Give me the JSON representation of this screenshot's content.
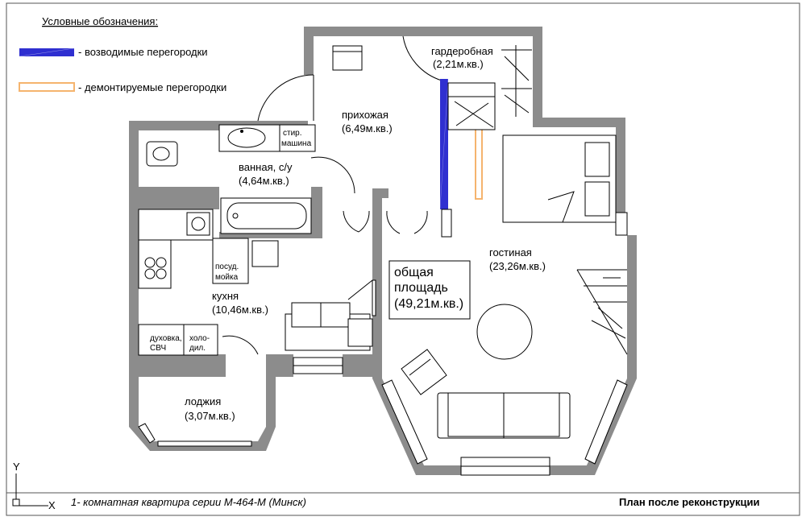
{
  "legend": {
    "title": "Условные обозначения:",
    "items": [
      {
        "text": "- возводимые перегородки",
        "color": "#2f2fd0"
      },
      {
        "text": "- демонтируемые перегородки",
        "color": "#f5b46e"
      }
    ]
  },
  "rooms": {
    "wardrobe": {
      "name": "гардеробная",
      "area": "(2,21м.кв.)"
    },
    "hall": {
      "name": "прихожая",
      "area": "(6,49м.кв.)"
    },
    "bath": {
      "name": "ванная, с/у",
      "area": "(4,64м.кв.)"
    },
    "living": {
      "name": "гостиная",
      "area": "(23,26м.кв.)"
    },
    "kitchen": {
      "name": "кухня",
      "area": "(10,46м.кв.)"
    },
    "loggia": {
      "name": "лоджия",
      "area": "(3,07м.кв.)"
    }
  },
  "total": {
    "line1": "общая",
    "line2": "площадь",
    "line3": "(49,21м.кв.)"
  },
  "fixtures": {
    "washer_1": "стир.",
    "washer_2": "машина",
    "dishwasher_1": "посуд.",
    "dishwasher_2": "мойка",
    "oven_1": "духовка,",
    "oven_2": "СВЧ",
    "fridge_1": "холо-",
    "fridge_2": "дил."
  },
  "axes": {
    "y": "Y",
    "x": "X"
  },
  "footer": {
    "left": "1- комнатная квартира серии М-464-М (Минск)",
    "right": "План после реконструкции"
  },
  "colors": {
    "wall": "#8c8c8c",
    "new_partition": "#2f2fd0",
    "removed_partition": "#f5b46e"
  }
}
